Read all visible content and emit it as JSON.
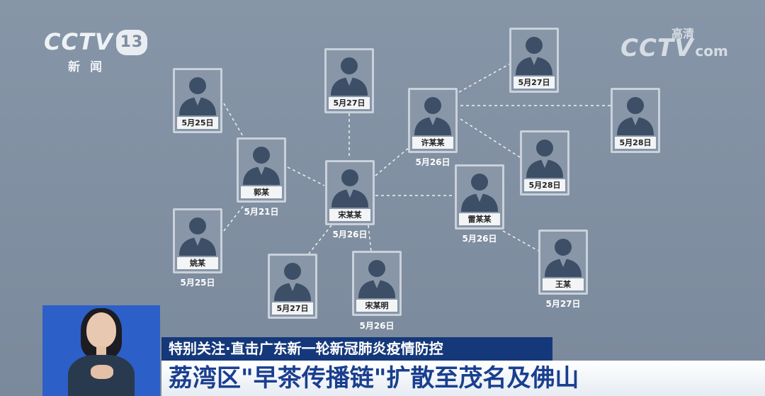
{
  "logo": {
    "wordmark": "CCTV",
    "channel": "13",
    "subtitle": "新闻"
  },
  "hd_mark": {
    "wordmark": "CCTV",
    "quality": "高清",
    "suffix": "com"
  },
  "nodes": [
    {
      "id": "n1",
      "label": "",
      "date": "5月25日"
    },
    {
      "id": "n2",
      "label": "",
      "date": "5月27日"
    },
    {
      "id": "n3",
      "label": "",
      "date": "5月27日"
    },
    {
      "id": "n4",
      "label": "许某某",
      "date": "5月26日"
    },
    {
      "id": "n5",
      "label": "",
      "date": "5月28日"
    },
    {
      "id": "n6",
      "label": "郭某",
      "date": "5月21日"
    },
    {
      "id": "n7",
      "label": "",
      "date": "5月28日"
    },
    {
      "id": "n8",
      "label": "宋某某",
      "date": "5月26日"
    },
    {
      "id": "n9",
      "label": "雷某某",
      "date": "5月26日"
    },
    {
      "id": "n10",
      "label": "姚某",
      "date": "5月25日"
    },
    {
      "id": "n11",
      "label": "",
      "date": "5月27日"
    },
    {
      "id": "n12",
      "label": "宋某明",
      "date": "5月26日"
    },
    {
      "id": "n13",
      "label": "王某",
      "date": "5月27日"
    }
  ],
  "banner": {
    "topic": "特别关注·直击广东新一轮新冠肺炎疫情防控",
    "headline": "荔湾区\"早茶传播链\"扩散至茂名及佛山"
  },
  "colors": {
    "background": "#7e8da0",
    "banner_blue": "#14387a",
    "headline_blue": "#1a3f8f",
    "card_border": "#c9d1da",
    "avatar": "#3d4f66"
  }
}
